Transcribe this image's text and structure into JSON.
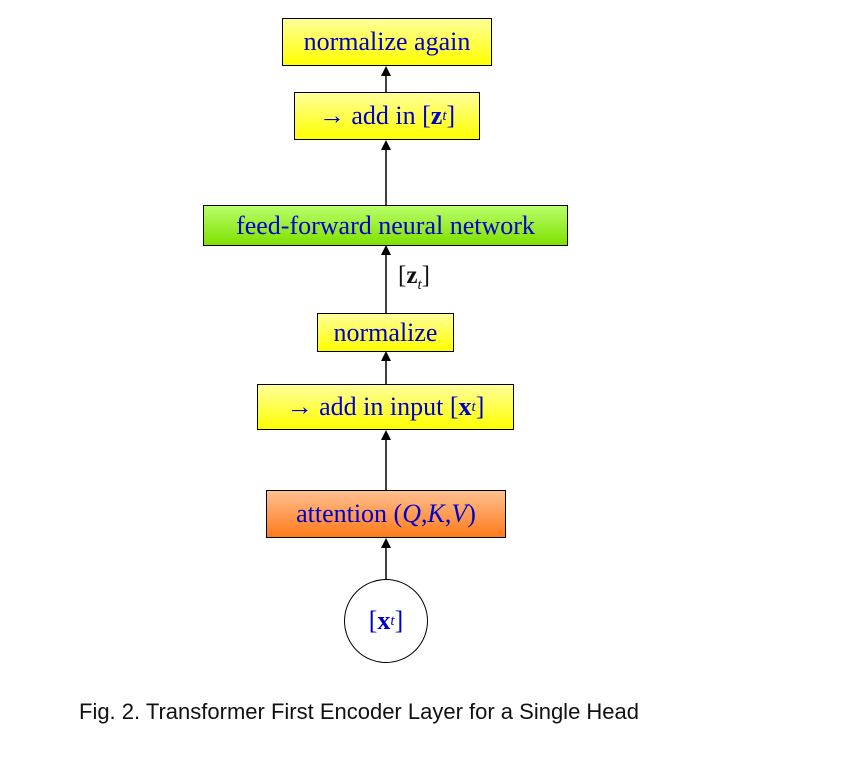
{
  "diagram": {
    "boxes": {
      "normalize_again": {
        "label": "normalize again"
      },
      "add_z": {
        "arrow_glyph": "→",
        "text": "add in [",
        "var": "z",
        "sub": "t",
        "close": "]"
      },
      "ffnn": {
        "label": "feed-forward neural network"
      },
      "normalize": {
        "label": "normalize"
      },
      "add_x": {
        "arrow_glyph": "→",
        "text": "add in input [",
        "var": "x",
        "sub": "t",
        "close": "]"
      },
      "attention": {
        "text": "attention (",
        "q": "Q",
        "comma1": ", ",
        "k": "K",
        "comma2": ", ",
        "v": "V",
        "close": ")"
      }
    },
    "z_label": {
      "open": "[",
      "var": "z",
      "sub": "t",
      "close": "]"
    },
    "input": {
      "open": "[",
      "var": "x",
      "sub": "t",
      "close": "]"
    },
    "colors": {
      "box_text": "#0000cc",
      "yellow": "#ffff00",
      "green": "#7fe000",
      "orange": "#ff7a1a"
    }
  },
  "caption": "Fig. 2.  Transformer First Encoder Layer for a Single Head"
}
